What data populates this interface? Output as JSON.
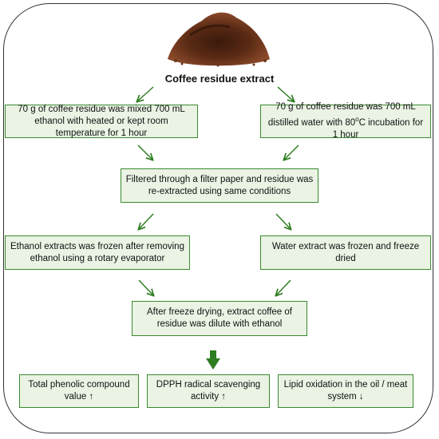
{
  "title": "Coffee residue extract",
  "steps": {
    "ethanol_mix": "70 g of coffee residue was mixed 700 mL ethanol with heated or kept room temperature for 1 hour",
    "water_mix_pre": "70 g of coffee residue was 700 mL distilled water with 80",
    "water_mix_sup": "o",
    "water_mix_post": "C incubation for 1 hour",
    "filter": "Filtered through a filter paper and residue was re-extracted using same conditions",
    "ethanol_freeze": "Ethanol extracts was frozen after removing ethanol using a rotary evaporator",
    "water_freeze": "Water extract was frozen and freeze dried",
    "dilute": "After freeze drying, extract coffee of residue was dilute with ethanol"
  },
  "results": {
    "phenolic": "Total phenolic compound value ↑",
    "dpph": "DPPH radical scavenging activity ↑",
    "lipid": "Lipid oxidation in the oil / meat system ↓"
  },
  "colors": {
    "box_fill": "#eaf3e4",
    "box_border": "#3a8a2e",
    "arrow": "#2f7d22"
  },
  "icons": {
    "image": "coffee-powder-image",
    "arrows": "arrow-icon",
    "big_arrow": "bold-down-arrow-icon"
  }
}
